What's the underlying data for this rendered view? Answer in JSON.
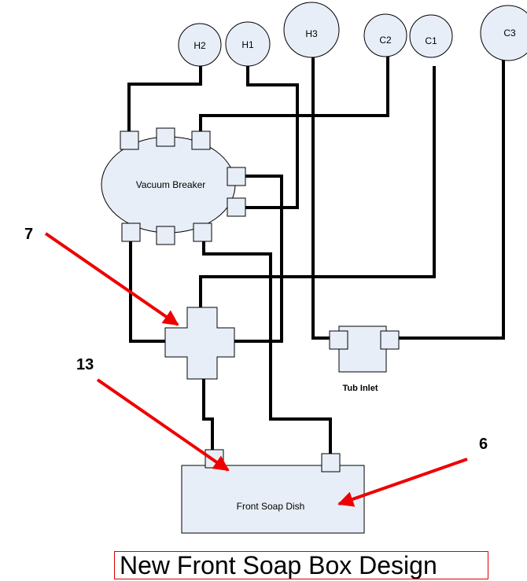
{
  "supplies": {
    "h2": "H2",
    "h1": "H1",
    "h3": "H3",
    "c2": "C2",
    "c1": "C1",
    "c3": "C3"
  },
  "components": {
    "vacuum_breaker": "Vacuum Breaker",
    "tub_inlet": "Tub Inlet",
    "front_soap_dish": "Front Soap Dish"
  },
  "callouts": {
    "seven": "7",
    "thirteen": "13",
    "six": "6"
  },
  "caption": "New Front Soap Box Design",
  "colors": {
    "fill": "#e8eef7",
    "line": "#000000",
    "arrow": "#ee0000",
    "caption_border": "#dd0000"
  }
}
